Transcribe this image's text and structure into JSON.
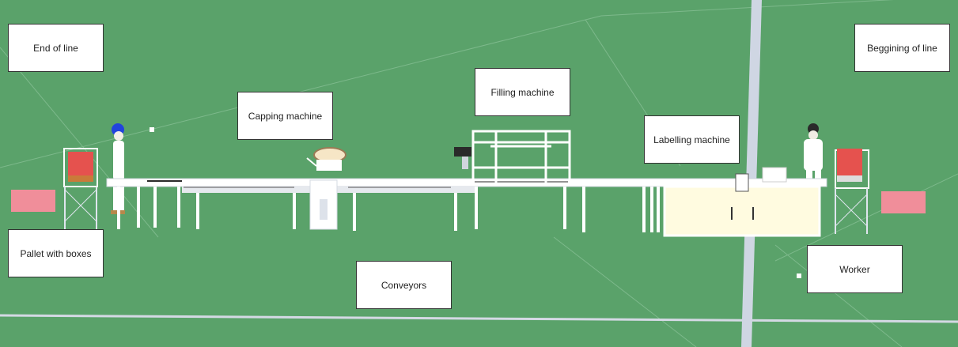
{
  "scene": {
    "title": "",
    "colors": {
      "ground": "#5aa26a",
      "floor_line": "#cfd6e3",
      "machine": "#ffffff",
      "machine_dark": "#2a2a2a",
      "pallet_box": "#e5524e",
      "pink_mat": "#f08e9a",
      "cabinet": "#fffbe0",
      "worker_helmet": "#2244dd"
    }
  },
  "labels": {
    "end_of_line": "End of line",
    "beginning_of_line": "Beggining of line",
    "capping_machine": "Capping machine",
    "filling_machine": "Filling machine",
    "labelling_machine": "Labelling machine",
    "pallet_with_boxes": "Pallet with boxes",
    "conveyors": "Conveyors",
    "worker": "Worker"
  }
}
